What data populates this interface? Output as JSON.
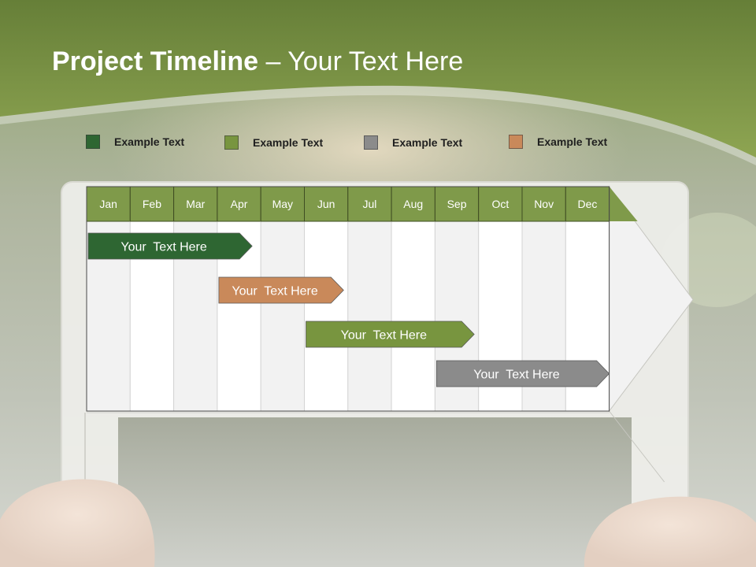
{
  "title": {
    "bold": "Project Timeline",
    "rest": " – Your Text Here"
  },
  "colors": {
    "header_green": "#7f9a4a",
    "dark_green": "#2e6632",
    "olive_green": "#78953f",
    "gray": "#8b8b8b",
    "tan": "#c9895a",
    "column_light": "#f2f2f2",
    "column_white": "#ffffff"
  },
  "legend": [
    {
      "label": "Example Text",
      "color": "#2e6632"
    },
    {
      "label": "Example Text",
      "color": "#78953f"
    },
    {
      "label": "Example Text",
      "color": "#8b8b8b"
    },
    {
      "label": "Example Text",
      "color": "#c9895a"
    }
  ],
  "chart_data": {
    "type": "gantt",
    "categories": [
      "Jan",
      "Feb",
      "Mar",
      "Apr",
      "May",
      "Jun",
      "Jul",
      "Aug",
      "Sep",
      "Oct",
      "Nov",
      "Dec"
    ],
    "tasks": [
      {
        "label": "Your  Text Here",
        "start": 0,
        "end": 3.8,
        "color": "#2e6632"
      },
      {
        "label": "Your  Text Here",
        "start": 3,
        "end": 5.9,
        "color": "#c9895a"
      },
      {
        "label": "Your  Text Here",
        "start": 5,
        "end": 8.9,
        "color": "#78953f"
      },
      {
        "label": "Your  Text Here",
        "start": 8,
        "end": 12,
        "color": "#8b8b8b"
      }
    ]
  }
}
